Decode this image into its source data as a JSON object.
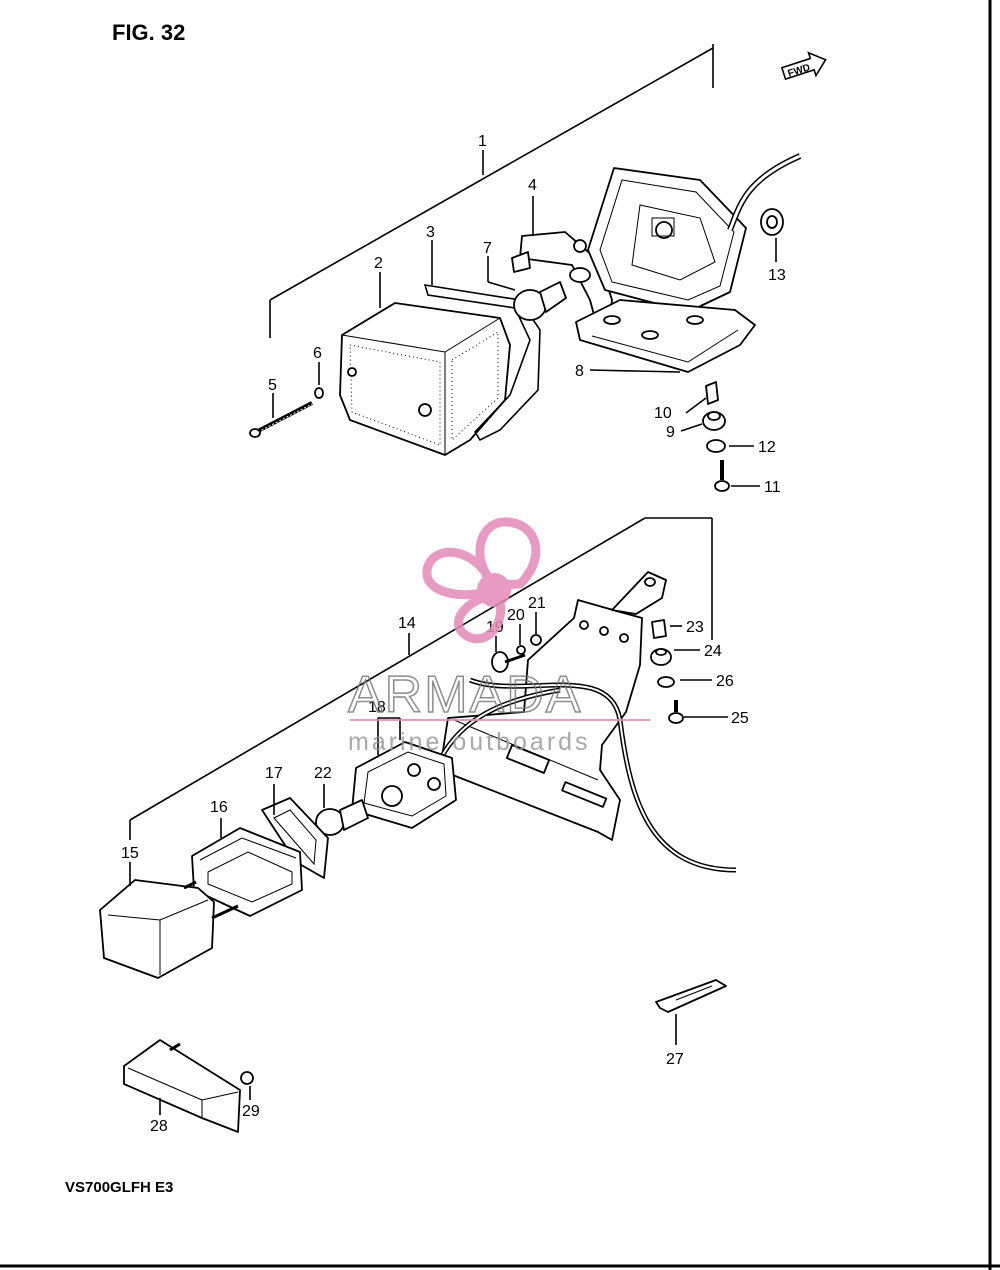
{
  "figure": {
    "title": "FIG. 32",
    "forward_marker": "FWD",
    "model_code": "VS700GLFH E3"
  },
  "callouts": [
    "1",
    "2",
    "3",
    "4",
    "5",
    "6",
    "7",
    "8",
    "9",
    "10",
    "11",
    "12",
    "13",
    "14",
    "15",
    "16",
    "17",
    "18",
    "19",
    "20",
    "21",
    "22",
    "23",
    "24",
    "25",
    "26",
    "27",
    "28",
    "29"
  ],
  "watermark": {
    "brand": "ARMADA",
    "tagline": "marine outboards",
    "logo_color": "#e48ab8",
    "line_color": "#e48ab8"
  }
}
